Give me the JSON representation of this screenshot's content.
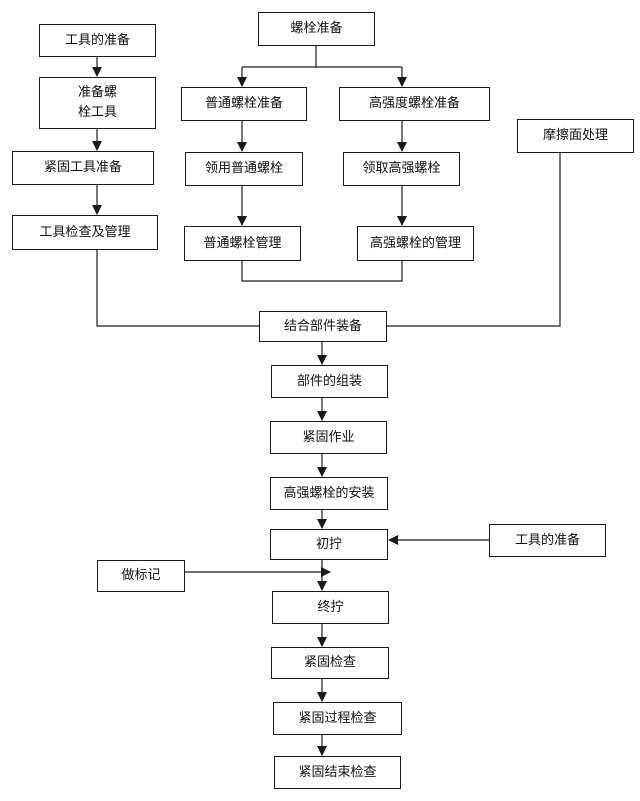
{
  "diagram": {
    "nodes": {
      "tool_prep_left": "工具的准备",
      "prep_bolt_tool_line1": "准备螺",
      "prep_bolt_tool_line2": "栓工具",
      "fasten_tool_prep": "紧固工具准备",
      "tool_check_manage": "工具检查及管理",
      "bolt_prep": "螺栓准备",
      "normal_bolt_prep": "普通螺栓准备",
      "high_strength_bolt_prep": "高强度螺栓准备",
      "friction_surface": "摩擦面处理",
      "get_normal_bolt": "领用普通螺栓",
      "get_high_bolt": "领取高强螺栓",
      "normal_bolt_manage": "普通螺栓管理",
      "high_bolt_manage": "高强螺栓的管理",
      "combine_parts": "结合部件装备",
      "part_assembly": "部件的组装",
      "fasten_work": "紧固作业",
      "high_bolt_install": "高强螺栓的安装",
      "initial_tighten": "初拧",
      "tool_prep_right": "工具的准备",
      "make_mark": "做标记",
      "final_tighten": "终拧",
      "fasten_check": "紧固检查",
      "fasten_process_check": "紧固过程检查",
      "fasten_end_check": "紧固结束检查"
    },
    "line_color": "#1a1a1a"
  }
}
